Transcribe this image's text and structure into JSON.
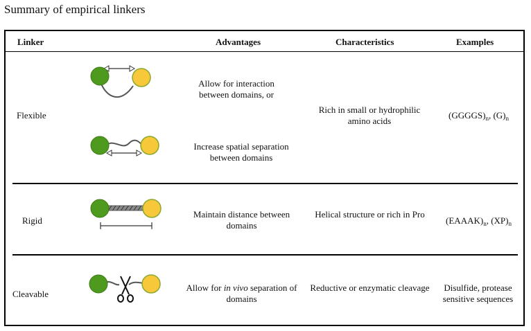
{
  "title": "Summary of empirical linkers",
  "headers": {
    "linker": "Linker",
    "advantages": "Advantages",
    "characteristics": "Characteristics",
    "examples": "Examples"
  },
  "rows": [
    {
      "name": "Flexible",
      "advantage_1": "Allow for interaction between domains, or",
      "advantage_2": "Increase spatial separation between domains",
      "characteristics": "Rich in small or hydrophilic amino acids",
      "example_parts": [
        "(GGGGS)",
        "n",
        ", (G)",
        "n"
      ]
    },
    {
      "name": "Rigid",
      "advantage": "Maintain distance between domains",
      "characteristics": "Helical structure or rich in Pro",
      "example_parts": [
        "(EAAAK)",
        "n",
        ", (XP)",
        "n"
      ]
    },
    {
      "name": "Cleavable",
      "advantage_parts": [
        "Allow for ",
        "in vivo",
        " separation of domains"
      ],
      "characteristics": "Reductive or enzymatic cleavage",
      "examples": "Disulfide, protease sensitive sequences"
    }
  ],
  "colors": {
    "domain_green": "#4e9a1e",
    "domain_yellow": "#f6c83a",
    "linker_gray": "#555555"
  },
  "icons": [
    "linker-diagram-flexible-interaction",
    "linker-diagram-flexible-separation",
    "linker-diagram-rigid",
    "linker-diagram-cleavable",
    "scissors-icon"
  ]
}
